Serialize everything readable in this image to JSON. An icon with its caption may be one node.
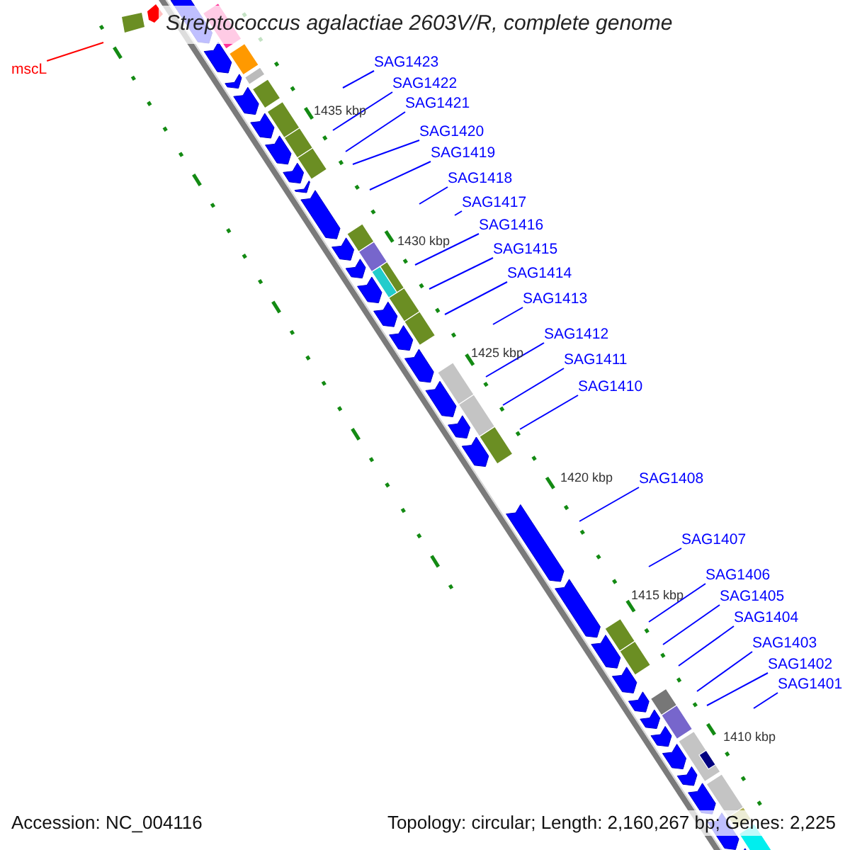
{
  "diagram": {
    "title": "Streptococcus agalactiae 2603V/R, complete genome",
    "nodes": [
      {
        "text": [
          "mscL"
        ]
      },
      {
        "text": [
          "SAG1423"
        ]
      },
      {
        "text": [
          "SAG1422"
        ]
      },
      {
        "text": [
          "SAG1421"
        ]
      },
      {
        "text": [
          "SAG1420"
        ]
      },
      {
        "text": [
          "SAG1419"
        ]
      },
      {
        "text": [
          "SAG1418"
        ]
      },
      {
        "text": [
          "SAG1417"
        ]
      },
      {
        "text": [
          "SAG1416"
        ]
      },
      {
        "text": [
          "SAG1415"
        ]
      },
      {
        "text": [
          "SAG1414"
        ]
      },
      {
        "text": [
          "SAG1413"
        ]
      },
      {
        "text": [
          "SAG1412"
        ]
      },
      {
        "text": [
          "SAG1411"
        ]
      },
      {
        "text": [
          "SAG1410"
        ]
      },
      {
        "text": [
          "SAG1408"
        ]
      },
      {
        "text": [
          "SAG1407"
        ]
      },
      {
        "text": [
          "SAG1406"
        ]
      },
      {
        "text": [
          "SAG1405"
        ]
      },
      {
        "text": [
          "SAG1404"
        ]
      },
      {
        "text": [
          "SAG1403"
        ]
      },
      {
        "text": [
          "SAG1402"
        ]
      },
      {
        "text": [
          "SAG1401"
        ]
      }
    ],
    "edges": [
      {
        "from": 0,
        "to": null,
        "arrow": "none",
        "color": "#ff0000"
      },
      {
        "from": 1,
        "to": null,
        "arrow": "none"
      },
      {
        "from": 2,
        "to": null,
        "arrow": "none"
      },
      {
        "from": 3,
        "to": null,
        "arrow": "none"
      },
      {
        "from": 4,
        "to": null,
        "arrow": "none"
      },
      {
        "from": 5,
        "to": null,
        "arrow": "none"
      },
      {
        "from": 6,
        "to": null,
        "arrow": "none"
      },
      {
        "from": 7,
        "to": null,
        "arrow": "none"
      },
      {
        "from": 8,
        "to": null,
        "arrow": "none"
      },
      {
        "from": 9,
        "to": null,
        "arrow": "none"
      },
      {
        "from": 10,
        "to": null,
        "arrow": "none"
      },
      {
        "from": 11,
        "to": null,
        "arrow": "none"
      },
      {
        "from": 12,
        "to": null,
        "arrow": "none"
      },
      {
        "from": 13,
        "to": null,
        "arrow": "none"
      },
      {
        "from": 14,
        "to": null,
        "arrow": "none"
      },
      {
        "from": 15,
        "to": null,
        "arrow": "none"
      },
      {
        "from": 16,
        "to": null,
        "arrow": "none"
      },
      {
        "from": 17,
        "to": null,
        "arrow": "none"
      },
      {
        "from": 18,
        "to": null,
        "arrow": "none"
      },
      {
        "from": 19,
        "to": null,
        "arrow": "none"
      },
      {
        "from": 20,
        "to": null,
        "arrow": "none"
      },
      {
        "from": 21,
        "to": null,
        "arrow": "none"
      },
      {
        "from": 22,
        "to": null,
        "arrow": "none"
      }
    ],
    "labels": [
      "1435 kbp",
      "1430 kbp",
      "1425 kbp",
      "1420 kbp",
      "1415 kbp",
      "1410 kbp",
      "Accession: NC_004116",
      "Topology: circular; Length: 2,160,267 bp; Genes: 2,225"
    ]
  }
}
